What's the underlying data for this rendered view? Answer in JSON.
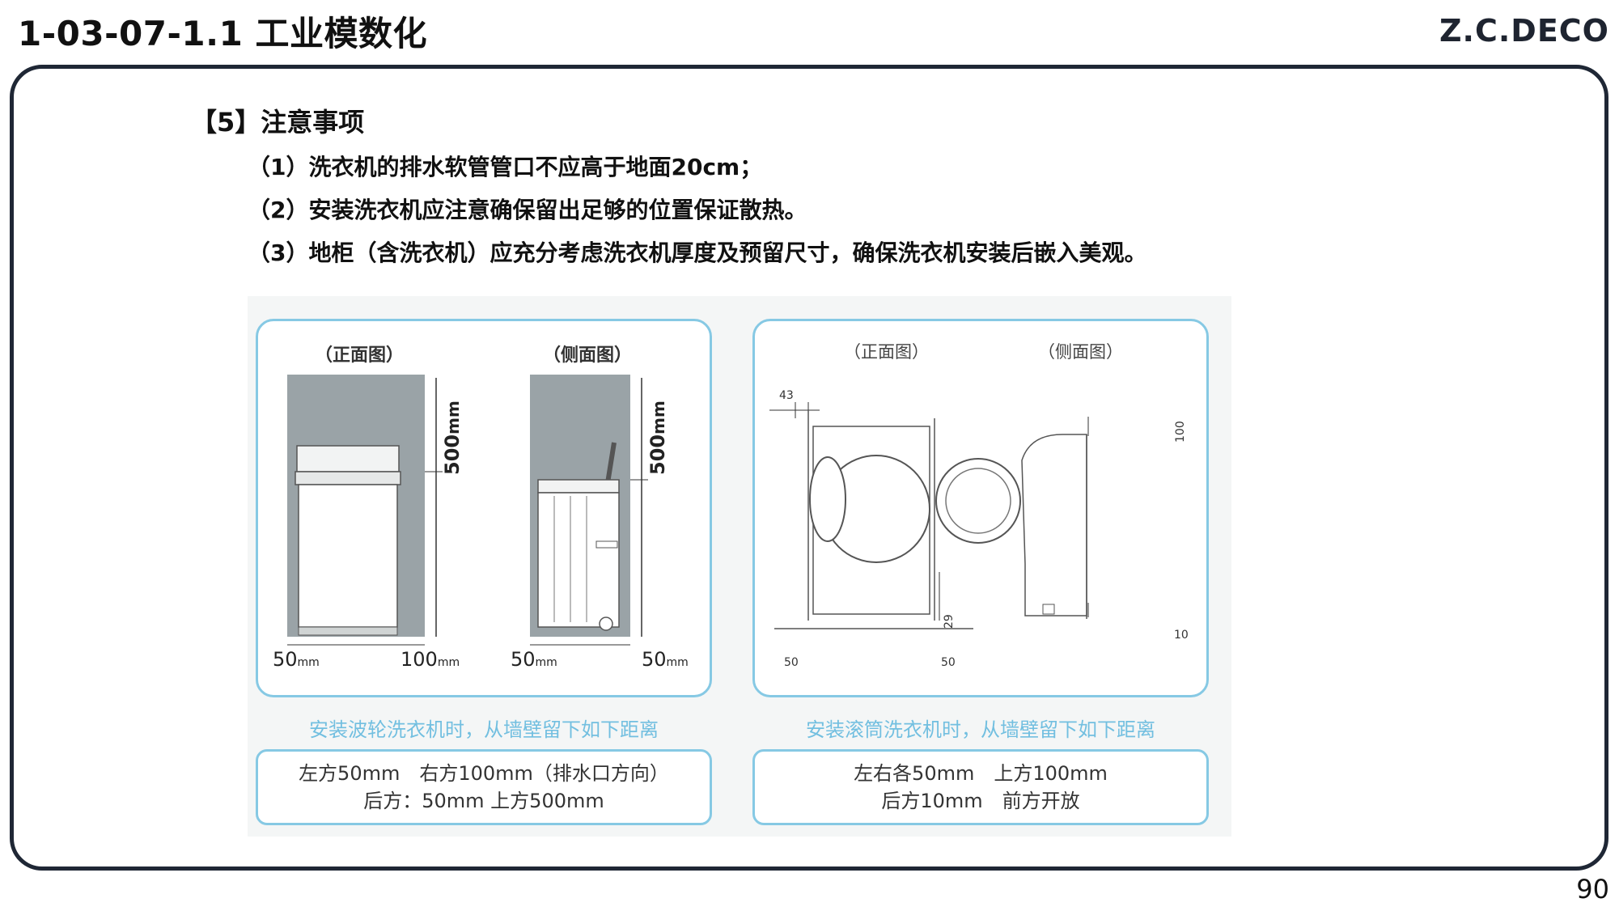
{
  "header": {
    "doc_title": "1-03-07-1.1 工业模数化",
    "brand": "Z.C.DECO",
    "page_number": "90"
  },
  "content": {
    "section_heading": "【5】注意事项",
    "notes": [
      "（1）洗衣机的排水软管管口不应高于地面20cm；",
      "（2）安装洗衣机应注意确保留出足够的位置保证散热。",
      "（3）地柜（含洗衣机）应充分考虑洗衣机厚度及预留尺寸，确保洗衣机安装后嵌入美观。"
    ]
  },
  "figure": {
    "left_panel": {
      "front_label": "（正面图）",
      "side_label": "（侧面图）",
      "height_dim": "500",
      "height_unit": "mm",
      "front_left_dim": "50",
      "front_right_dim": "100",
      "side_left_dim": "50",
      "side_right_dim": "50",
      "unit": "mm",
      "caption": "安装波轮洗衣机时，从墙壁留下如下距离",
      "note_line1": "左方50mm　右方100mm（排水口方向）",
      "note_line2": "后方：50mm  上方500mm"
    },
    "right_panel": {
      "front_label": "（正面图）",
      "side_label": "（侧面图）",
      "dim_43": "43",
      "dim_29": "29",
      "dim_50_left": "50",
      "dim_50_right": "50",
      "dim_100": "100",
      "dim_10": "10",
      "caption": "安装滚筒洗衣机时，从墙壁留下如下距离",
      "note_line1": "左右各50mm　上方100mm",
      "note_line2": "后方10mm　前方开放"
    },
    "colors": {
      "panel_border": "#86c9e4",
      "caption_text": "#72bfe0",
      "wall_fill": "#9aa3a7"
    }
  }
}
